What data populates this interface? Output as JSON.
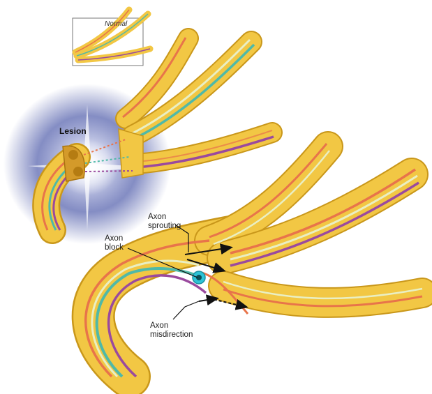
{
  "labels": {
    "normal": "Normal",
    "lesion": "Lesion",
    "axon_sprouting": [
      "Axon",
      "sprouting"
    ],
    "axon_block": [
      "Axon",
      "block"
    ],
    "axon_misdirection": [
      "Axon",
      "misdirection"
    ]
  },
  "colors": {
    "nerve_sheath": "#f2c744",
    "nerve_sheath_edge": "#c9971a",
    "nerve_inner": "#f7dc7e",
    "axon_orange": "#e8744a",
    "axon_teal": "#4fb9a8",
    "axon_purple": "#9a4a9e",
    "axon_pale": "#e9efc4",
    "lesion_glow": "#4a5aa8",
    "block_dot": "#2ec3d6",
    "arrow": "#111111"
  }
}
